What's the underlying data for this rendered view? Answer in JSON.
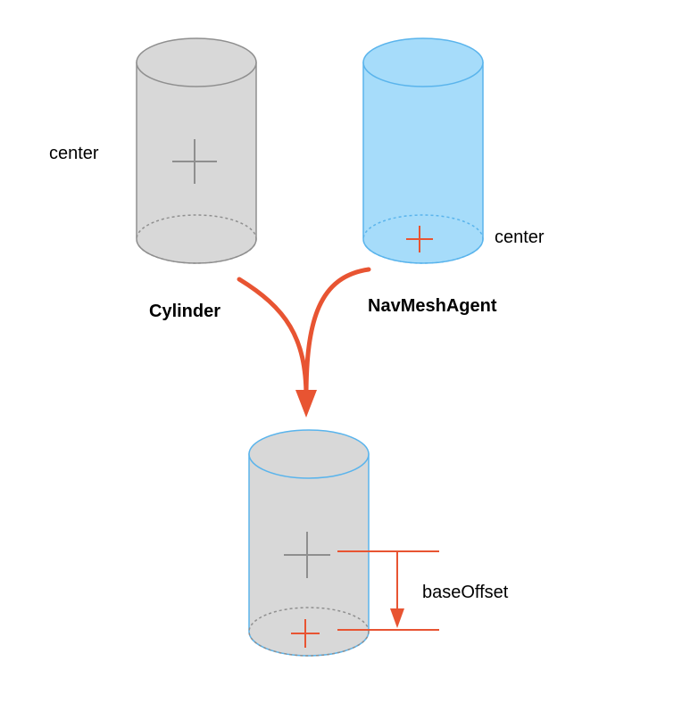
{
  "labels": {
    "cylinder_center": "center",
    "cylinder_name": "Cylinder",
    "agent_center": "center",
    "agent_name": "NavMeshAgent",
    "base_offset": "baseOffset"
  },
  "colors": {
    "cylinder_fill": "#d8d8d8",
    "cylinder_stroke": "#8f8f8f",
    "agent_fill": "#a6dcfa",
    "agent_stroke": "#5ab4ec",
    "accent": "#e85432",
    "text": "#000000"
  }
}
